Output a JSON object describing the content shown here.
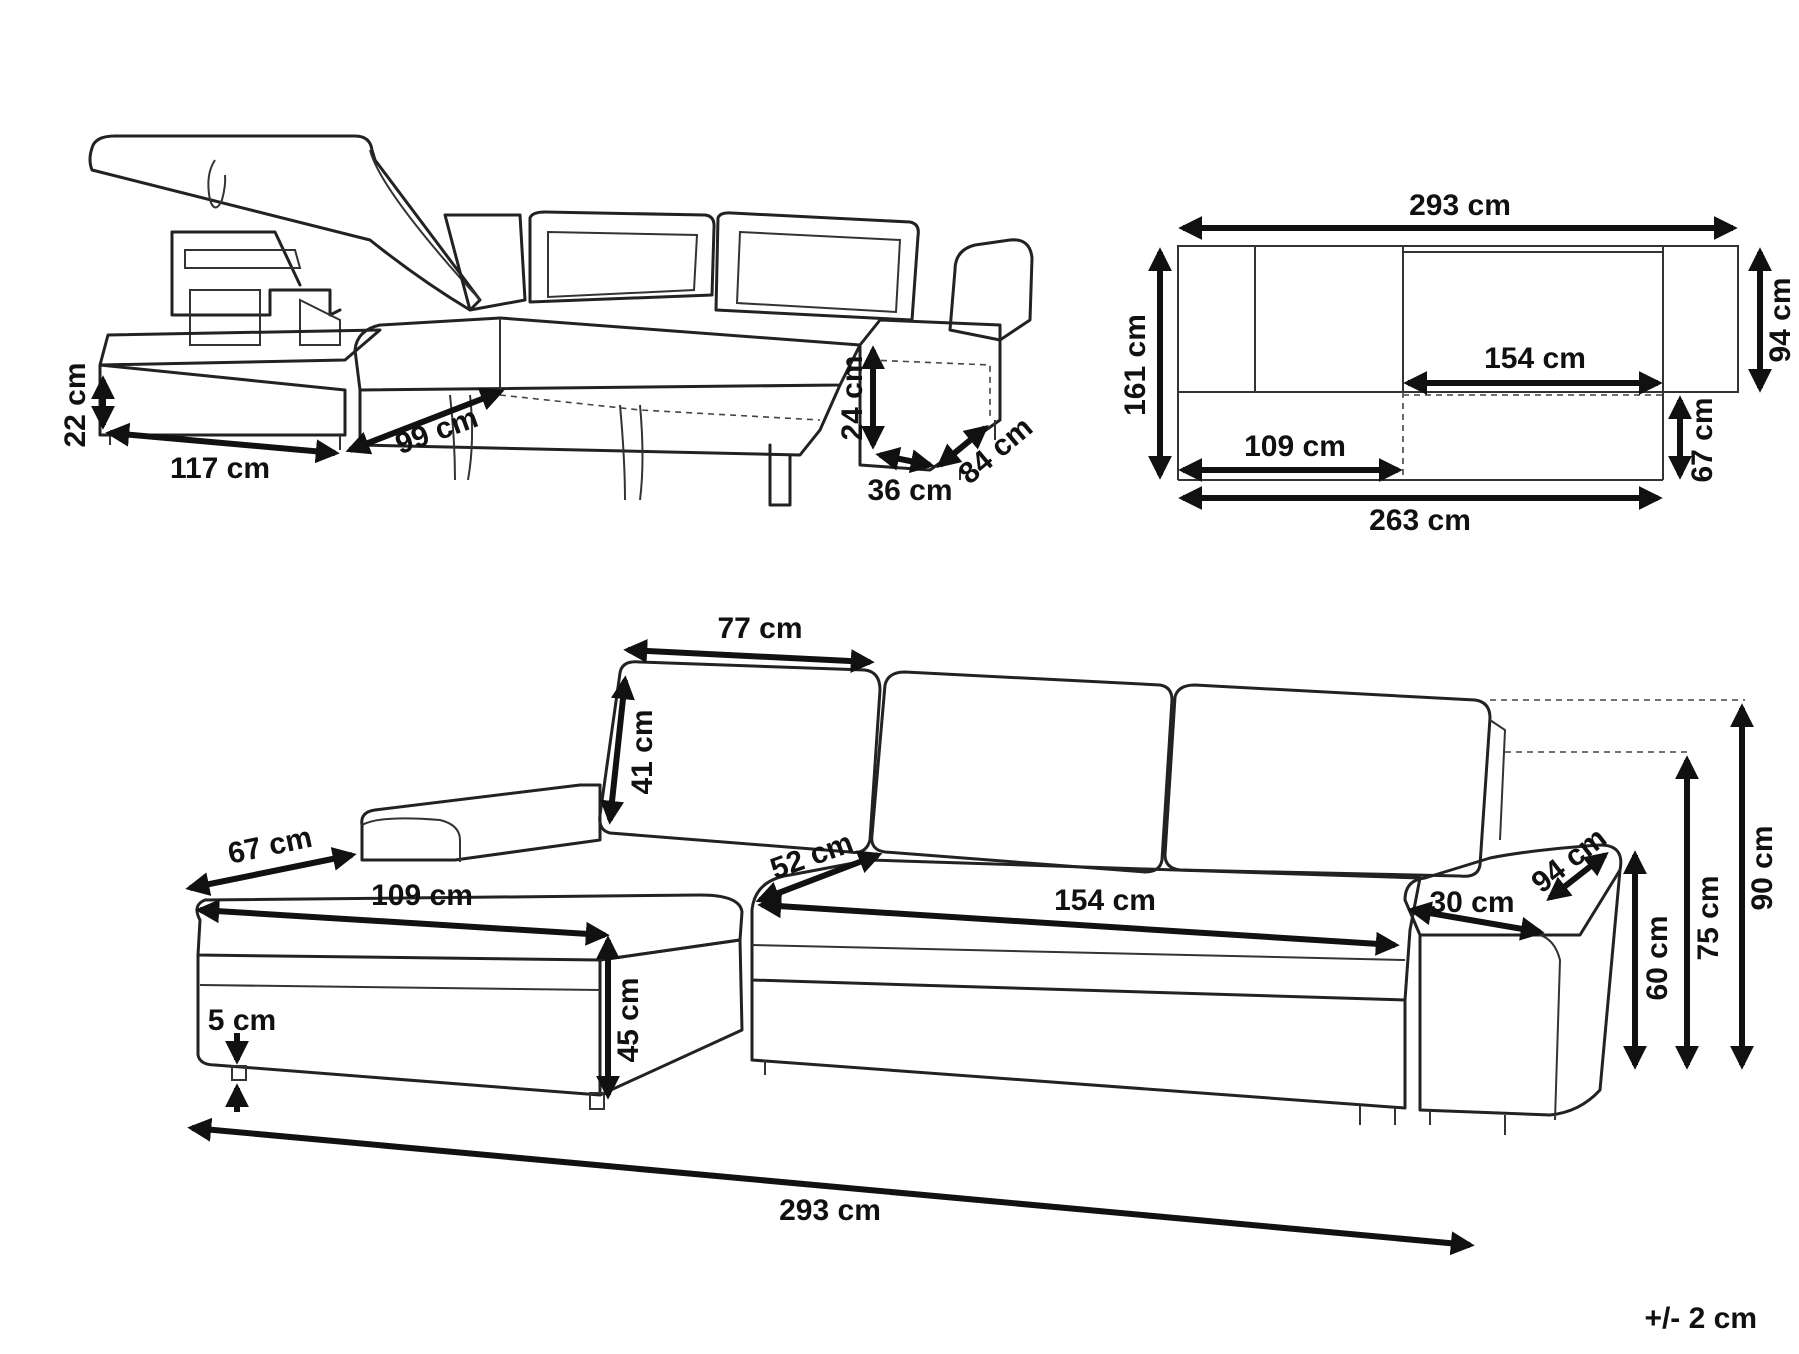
{
  "diagram": {
    "tolerance": "+/- 2 cm",
    "storage_view": {
      "labels": {
        "seat_height_storage": "22 cm",
        "chaise_storage_width": "117 cm",
        "bed_depth": "99 cm",
        "armrest_storage_height": "24 cm",
        "armrest_storage_width": "36 cm",
        "armrest_storage_depth": "84 cm"
      }
    },
    "top_view": {
      "labels": {
        "total_width": "293 cm",
        "total_depth": "161 cm",
        "seat_section_depth": "94 cm",
        "middle_seat_width": "154 cm",
        "chaise_inner_width": "109 cm",
        "chaise_extension_depth": "67 cm",
        "inner_span": "263 cm"
      }
    },
    "front_view": {
      "labels": {
        "back_cushion_width": "77 cm",
        "back_cushion_height": "41 cm",
        "chaise_depth": "67 cm",
        "chaise_seat_width": "109 cm",
        "seat_depth": "52 cm",
        "main_seat_width": "154 cm",
        "armrest_width": "30 cm",
        "armrest_depth": "94 cm",
        "leg_height": "5 cm",
        "seat_height": "45 cm",
        "armrest_height": "60 cm",
        "back_height": "75 cm",
        "total_height": "90 cm",
        "total_width": "293 cm"
      }
    }
  }
}
